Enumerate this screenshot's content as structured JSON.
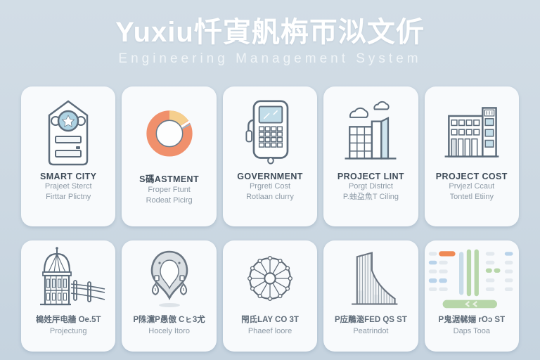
{
  "header": {
    "title": "Yuxiu忏寊舤栴帀泤文伒",
    "subtitle": "Engineering Management System"
  },
  "colors": {
    "page_background": "#ccd8e2",
    "card_background": "#f8fafc",
    "title_text": "#ffffff",
    "card_title_text": "#3e4b58",
    "card_subtitle_text": "#8d9aa6",
    "icon_stroke": "#5d6c7b",
    "icon_light_blue": "#b8d8e4",
    "donut_ring": "#f0906c",
    "donut_wedge": "#f5cf8e",
    "accent_orange": "#ef8a55",
    "accent_green": "#b7d6a9",
    "accent_blue_pill": "#b9d3ea"
  },
  "cards": [
    {
      "icon": "badge-shield-icon",
      "title": "SMART CITY",
      "line1": "Prajeet Sterct",
      "line2": "Firttar Plictny"
    },
    {
      "icon": "donut-chart-icon",
      "title": "S碼ASTMENT",
      "line1": "Froper Ftunt",
      "line2": "Rodeat Picirg"
    },
    {
      "icon": "calculator-icon",
      "title": "GOVERNMENT",
      "line1": "Prgreti Cost",
      "line2": "Rotlaan clurry"
    },
    {
      "icon": "buildings-clouds-icon",
      "title": "PROJECT LINT",
      "line1": "Porgt District",
      "line2": "P.䖵盁魚T Ciling"
    },
    {
      "icon": "office-building-icon",
      "title": "PROJECT COST",
      "line1": "Prvjezl Ccaut",
      "line2": "Tontetl Etiiny"
    },
    {
      "icon": "dome-building-icon",
      "line1": "槝姓厈电牆 Oe.5T",
      "line2": "Projectung"
    },
    {
      "icon": "map-pin-icon",
      "line1": "P陎灙P愚傲 Cㇶ3尤",
      "line2": "Hocely Itoro"
    },
    {
      "icon": "ferris-wheel-icon",
      "line1": "閇氐LAY CO 3T",
      "line2": "Phaeef loore"
    },
    {
      "icon": "skyscraper-icon",
      "line1": "P㡴鵰㴴FED QS ST",
      "line2": "Peatrindot"
    },
    {
      "icon": "dashboard-chart-icon",
      "line1": "P鬼涺㣈㛤 rOɔ ST",
      "line2": "Daps Tooa"
    }
  ]
}
